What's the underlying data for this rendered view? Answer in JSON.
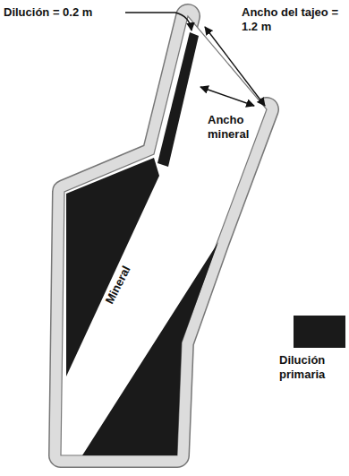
{
  "diagram": {
    "labels": [
      "Dilución = 0.2 m",
      "Ancho del tajeo = 1.2 m",
      "Ancho mineral",
      "Mineral"
    ],
    "legend": [
      {
        "text": "Dilución primaria",
        "color": "#1a1a1a"
      }
    ]
  }
}
